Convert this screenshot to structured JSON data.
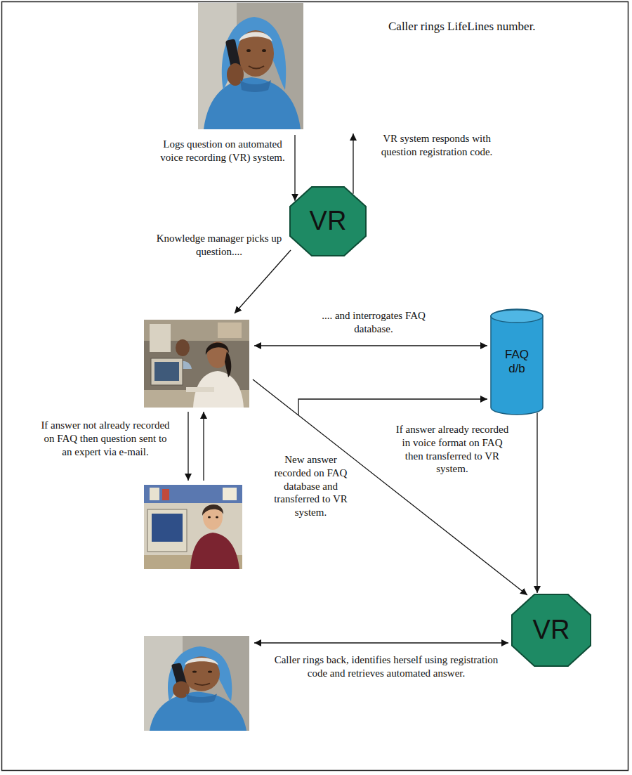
{
  "diagram": {
    "nodes": [
      {
        "text": [
          "Caller rings LifeLines number."
        ]
      },
      {
        "text": [
          "VR"
        ]
      },
      {
        "text": [
          "FAQ d/b"
        ]
      },
      {
        "text": [
          "VR"
        ]
      }
    ],
    "edges": [
      {
        "from": 0,
        "to": 1,
        "arrow": "to",
        "label": "Logs question on automated voice recording (VR) system."
      },
      {
        "from": 1,
        "to": 0,
        "arrow": "to",
        "label": "VR system responds with question registration code."
      },
      {
        "from": 2,
        "to": 3,
        "arrow": "to",
        "label": "If answer already recorded in voice format on FAQ then transferred to VR system."
      }
    ],
    "labels": [
      "Knowledge manager picks up question....",
      ".... and interrogates FAQ database.",
      "If answer not already recorded on FAQ then question sent to an expert via e-mail.",
      "New answer recorded on FAQ database and transferred to VR system.",
      "Caller rings back, identifies herself using registration code and retrieves automated answer."
    ]
  }
}
